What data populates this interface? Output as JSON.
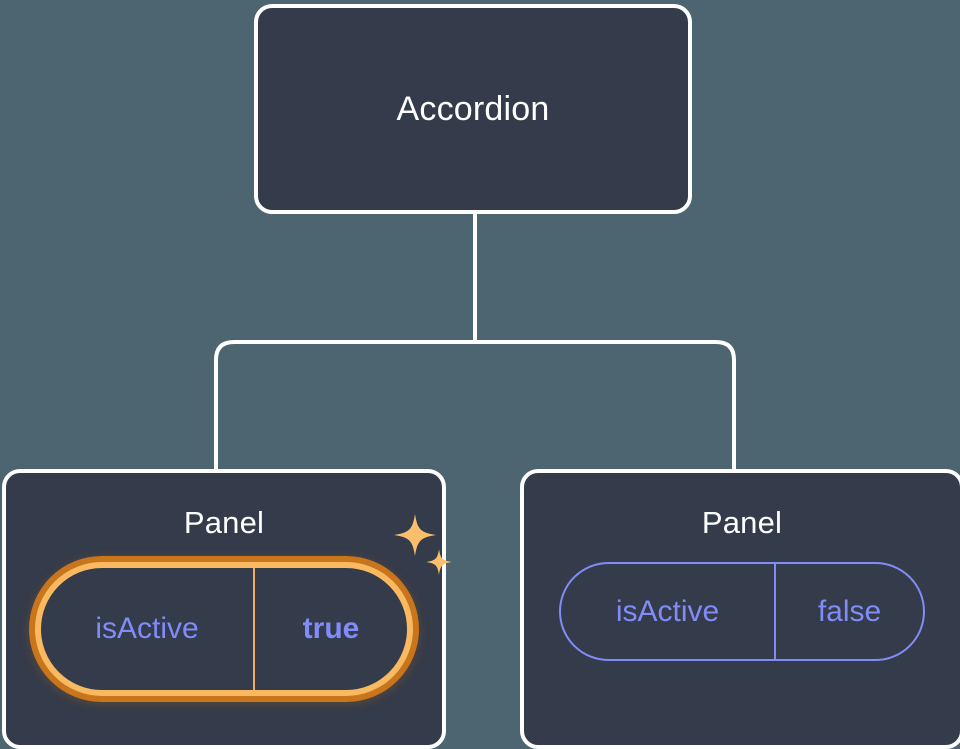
{
  "canvas": {
    "background_color": "#4c6570",
    "node_fill_color": "#343b4a",
    "node_border_color": "#ffffff",
    "connector_color": "#ffffff",
    "accent_highlight_color": "#f9b961",
    "accent_highlight_outer_color": "#c8751c",
    "prop_text_color": "#818cf8"
  },
  "tree": {
    "root": {
      "title": "Accordion"
    },
    "children": [
      {
        "title": "Panel",
        "highlighted": true,
        "prop": {
          "key": "isActive",
          "value": "true"
        },
        "decoration": "sparkles-icon"
      },
      {
        "title": "Panel",
        "highlighted": false,
        "prop": {
          "key": "isActive",
          "value": "false"
        }
      }
    ]
  }
}
